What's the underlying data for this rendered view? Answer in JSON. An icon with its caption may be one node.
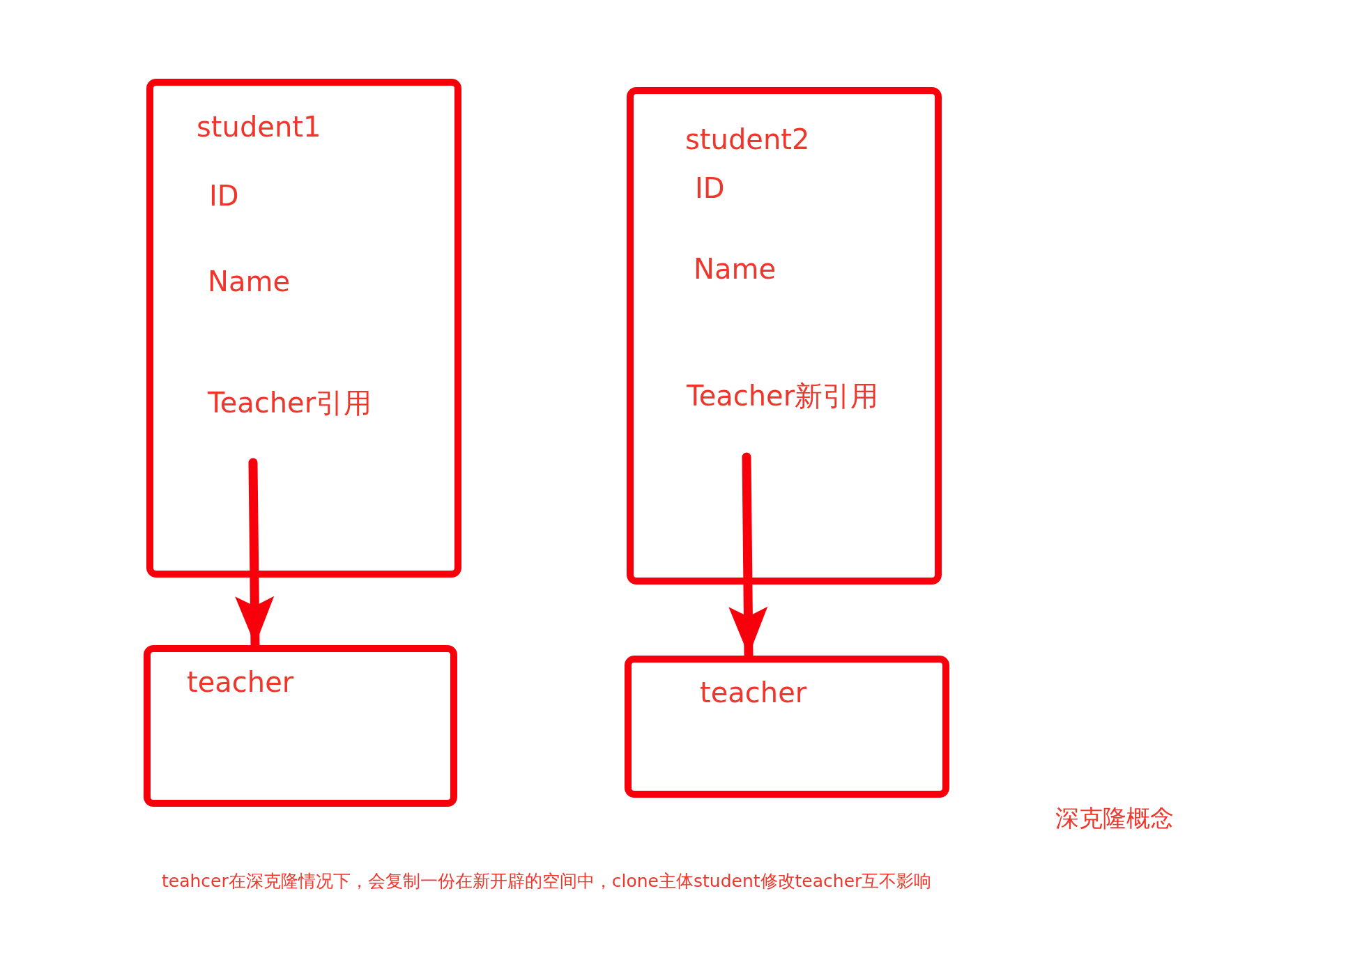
{
  "diagram": {
    "nodes": [
      {
        "text": [
          "student1",
          "ID",
          "Name",
          "Teacher引用"
        ]
      },
      {
        "text": [
          "student2",
          "ID",
          "Name",
          "Teacher新引用"
        ]
      },
      {
        "text": [
          "teacher"
        ]
      },
      {
        "text": [
          "teacher"
        ]
      }
    ],
    "edges": [
      {
        "from": 0,
        "to": 2,
        "arrow": "to"
      },
      {
        "from": 1,
        "to": 3,
        "arrow": "to"
      }
    ],
    "labels": [
      "深克隆概念",
      "teahcer在深克隆情况下，会复制一份在新开辟的空间中，clone主体student修改teacher互不影响"
    ]
  }
}
